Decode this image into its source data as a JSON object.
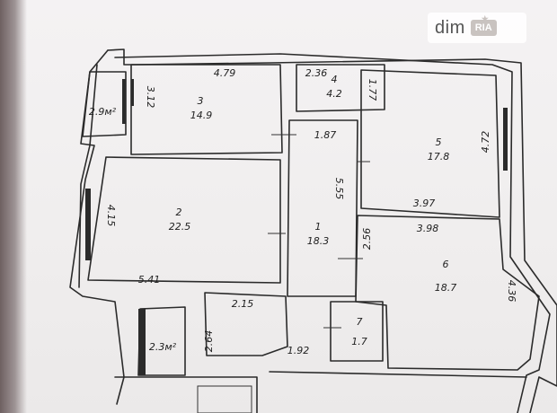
{
  "watermark": {
    "text": "dim",
    "badge": "RIA"
  },
  "rooms": [
    {
      "id": "1",
      "area": "18.3"
    },
    {
      "id": "2",
      "area": "22.5"
    },
    {
      "id": "3",
      "area": "14.9"
    },
    {
      "id": "4",
      "area": "4.2"
    },
    {
      "id": "5",
      "area": "17.8"
    },
    {
      "id": "6",
      "area": "18.7"
    },
    {
      "id": "7",
      "area": "1.7"
    }
  ],
  "balconies": [
    {
      "area": "2.9м²"
    },
    {
      "area": "2.3м²"
    }
  ],
  "dimensions": [
    "4.79",
    "3.12",
    "2.36",
    "1.77",
    "1.87",
    "4.72",
    "5.55",
    "3.97",
    "4.15",
    "2.56",
    "3.98",
    "5.41",
    "2.15",
    "4.36",
    "2.64",
    "1.92"
  ]
}
